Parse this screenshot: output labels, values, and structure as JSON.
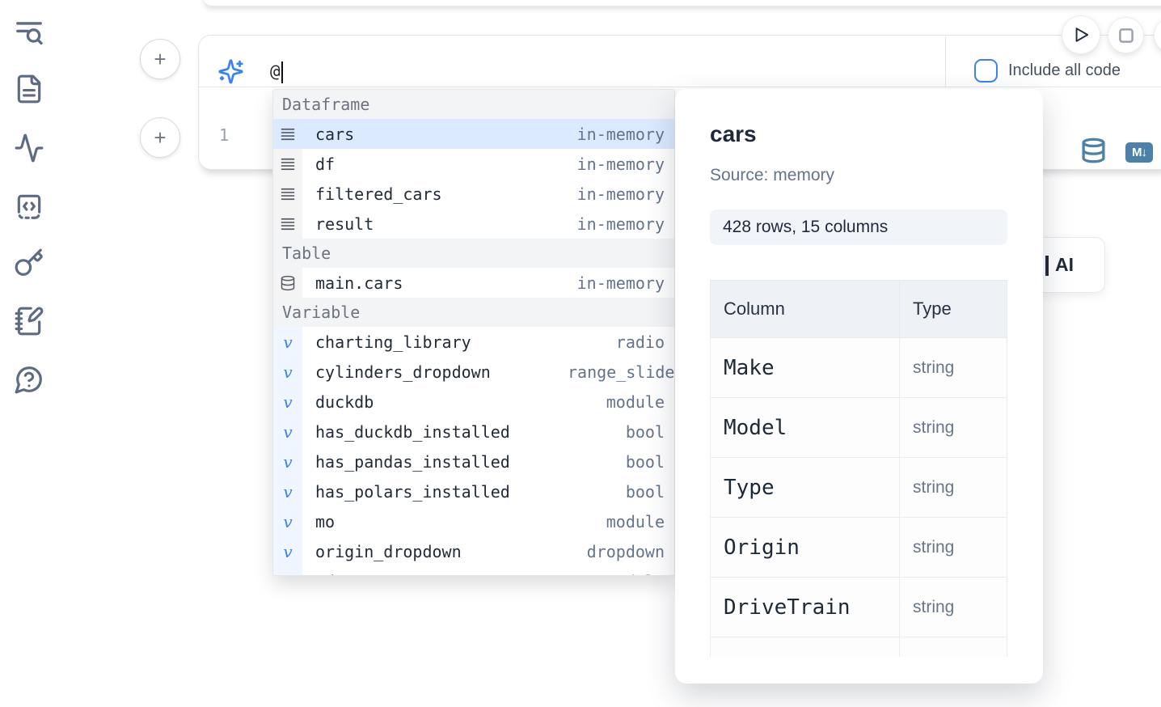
{
  "colors": {
    "accent": "#3b82f6",
    "selected_row": "#dbeafe",
    "steel_icon": "#4e81a8",
    "sidebar_icon": "#5d6b83"
  },
  "sidebar": {
    "items": [
      {
        "icon": "list-search"
      },
      {
        "icon": "file-text"
      },
      {
        "icon": "activity"
      },
      {
        "icon": "code-square-dashed"
      },
      {
        "icon": "key"
      },
      {
        "icon": "notebook-pen"
      },
      {
        "icon": "help-chat"
      }
    ]
  },
  "prompt": {
    "value": "@",
    "include_all_code_label": "Include all code"
  },
  "cell": {
    "line_number": "1",
    "markdown_badge": "M↓"
  },
  "autocomplete": {
    "sections": [
      {
        "label": "Dataframe",
        "icon": "rows",
        "items": [
          {
            "name": "cars",
            "type": "in-memory",
            "selected": true
          },
          {
            "name": "df",
            "type": "in-memory"
          },
          {
            "name": "filtered_cars",
            "type": "in-memory"
          },
          {
            "name": "result",
            "type": "in-memory"
          }
        ]
      },
      {
        "label": "Table",
        "icon": "database",
        "items": [
          {
            "name": "main.cars",
            "type": "in-memory"
          }
        ]
      },
      {
        "label": "Variable",
        "icon": "v",
        "items": [
          {
            "name": "charting_library",
            "type": "radio"
          },
          {
            "name": "cylinders_dropdown",
            "type": "range_slider"
          },
          {
            "name": "duckdb",
            "type": "module"
          },
          {
            "name": "has_duckdb_installed",
            "type": "bool"
          },
          {
            "name": "has_pandas_installed",
            "type": "bool"
          },
          {
            "name": "has_polars_installed",
            "type": "bool"
          },
          {
            "name": "mo",
            "type": "module"
          },
          {
            "name": "origin_dropdown",
            "type": "dropdown"
          },
          {
            "name": "pd",
            "type": "module",
            "partial": true
          }
        ]
      }
    ]
  },
  "preview": {
    "title": "cars",
    "source_label": "Source: memory",
    "shape": "428 rows, 15 columns",
    "table": {
      "headers": [
        "Column",
        "Type"
      ],
      "rows": [
        [
          "Make",
          "string"
        ],
        [
          "Model",
          "string"
        ],
        [
          "Type",
          "string"
        ],
        [
          "Origin",
          "string"
        ],
        [
          "DriveTrain",
          "string"
        ]
      ],
      "partial_row_visible": true
    }
  },
  "ai_button": {
    "visible_label": "AI"
  }
}
